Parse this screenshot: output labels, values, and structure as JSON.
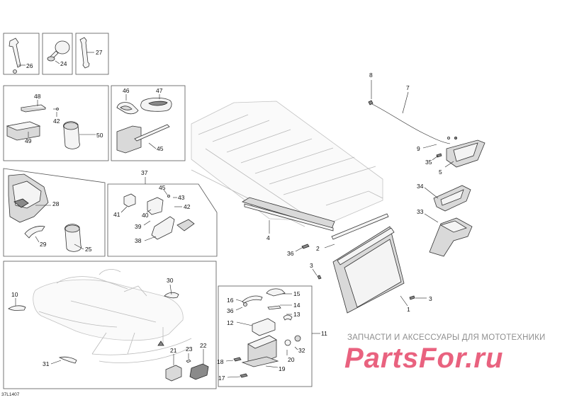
{
  "drawing_id": "37L1407",
  "watermark": {
    "caption": "ЗАПЧАСТИ И АКСЕССУАРЫ ДЛЯ МОТОТЕХНИКИ",
    "logo": "PartsFor.ru"
  },
  "callouts": {
    "c1": "1",
    "c2": "2",
    "c3a": "3",
    "c3b": "3",
    "c4": "4",
    "c5": "5",
    "c7": "7",
    "c8": "8",
    "c9": "9",
    "c10": "10",
    "c11": "11",
    "c12": "12",
    "c13": "13",
    "c14": "14",
    "c15": "15",
    "c16": "16",
    "c17": "17",
    "c18": "18",
    "c19": "19",
    "c20": "20",
    "c21": "21",
    "c22": "22",
    "c23": "23",
    "c24": "24",
    "c25": "25",
    "c26": "26",
    "c27": "27",
    "c28": "28",
    "c29": "29",
    "c30": "30",
    "c31": "31",
    "c32": "32",
    "c33": "33",
    "c34": "34",
    "c35": "35",
    "c36a": "36",
    "c36b": "36",
    "c37": "37",
    "c38": "38",
    "c39": "39",
    "c40": "40",
    "c41": "41",
    "c42a": "42",
    "c42b": "42",
    "c43": "43",
    "c45a": "45",
    "c45b": "45",
    "c46": "46",
    "c47": "47",
    "c48": "48",
    "c49": "49",
    "c50": "50"
  }
}
